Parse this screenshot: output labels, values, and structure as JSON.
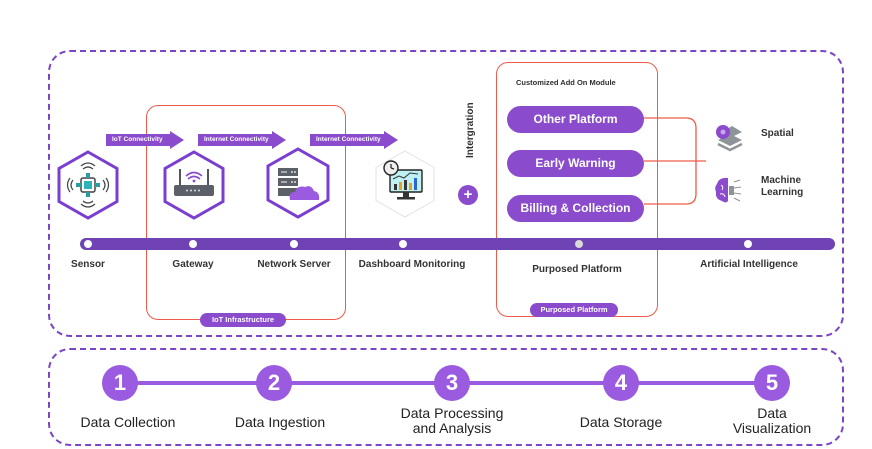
{
  "architecture": {
    "arrows": [
      {
        "label": "IoT Connectivity"
      },
      {
        "label": "Internet Connectivity"
      },
      {
        "label": "Internet Connectivity"
      }
    ],
    "nodes": [
      {
        "label": "Sensor",
        "icon": "sensor-chip-icon"
      },
      {
        "label": "Gateway",
        "icon": "router-icon"
      },
      {
        "label": "Network Server",
        "icon": "server-cloud-icon"
      },
      {
        "label": "Dashboard Monitoring",
        "icon": "dashboard-monitor-icon"
      },
      {
        "label": "Purposed Platform"
      },
      {
        "label": "Artificial Intelligence"
      }
    ],
    "integration_label": "Intergration",
    "iot_infrastructure_badge": "IoT Infrastructure",
    "purposed_platform_badge": "Purposed Platform",
    "addon": {
      "title": "Customized Add On Module",
      "modules": [
        {
          "label": "Other Platform"
        },
        {
          "label": "Early Warning"
        },
        {
          "label": "Billing & Collection"
        }
      ]
    },
    "ai_features": [
      {
        "label": "Spatial",
        "icon": "spatial-layers-icon"
      },
      {
        "label": "Machine Learning",
        "icon": "brain-chip-icon"
      }
    ],
    "colors": {
      "primary_purple": "#8a4bcc",
      "timeline_purple": "#7043b4",
      "dashed_border": "#7a45c6",
      "group_border_red": "#ef5a4a",
      "step_purple": "#9a5be0"
    }
  },
  "pipeline": {
    "steps": [
      {
        "number": "1",
        "label": "Data Collection"
      },
      {
        "number": "2",
        "label": "Data Ingestion"
      },
      {
        "number": "3",
        "label": "Data Processing and Analysis",
        "line1": "Data Processing",
        "line2": "and Analysis"
      },
      {
        "number": "4",
        "label": "Data Storage"
      },
      {
        "number": "5",
        "label": "Data Visualization",
        "line1": "Data",
        "line2": "Visualization"
      }
    ]
  }
}
